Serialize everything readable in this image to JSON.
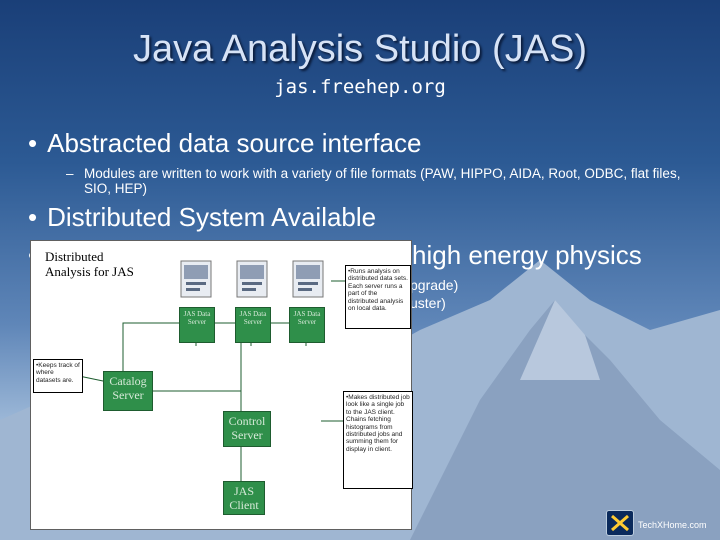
{
  "slide": {
    "title": "Java Analysis Studio (JAS)",
    "subtitle": "jas.freehep.org",
    "bullets": [
      {
        "text": "Abstracted data source interface"
      },
      {
        "text": "Distributed System Available"
      },
      {
        "text": "high energy physics"
      }
    ],
    "sub_bullets": [
      {
        "dash": "–",
        "text": "Modules are written to work with a variety of file formats (PAW, HIPPO, AIDA, Root, ODBC, flat files, SIO, HEP)"
      }
    ],
    "partial_texts": [
      {
        "text": "pgrade)"
      },
      {
        "text": "uster)"
      }
    ]
  },
  "diagram": {
    "title_line1": "Distributed",
    "title_line2": "Analysis for JAS",
    "data_servers": [
      {
        "label": "JAS Data Server"
      },
      {
        "label": "JAS Data Server"
      },
      {
        "label": "JAS Data Server"
      }
    ],
    "catalog_server": "Catalog Server",
    "control_server": "Control Server",
    "client": "JAS Client",
    "notes": {
      "right_top": "•Runs analysis on distributed data sets. Each server runs a part of the distributed analysis on local data.",
      "left": "•Keeps track of where datasets are.",
      "right_bottom": "•Makes distributed job look like a single job to the JAS client. Chains fetching histograms from distributed jobs and summing them for display in client."
    },
    "colors": {
      "box_fill": "#2f8f4a",
      "box_text": "#d7ead9",
      "border": "#1e5c2f"
    }
  },
  "footer": {
    "text": "TechXHome.com",
    "logo_icon": "techxhome-logo-icon"
  }
}
